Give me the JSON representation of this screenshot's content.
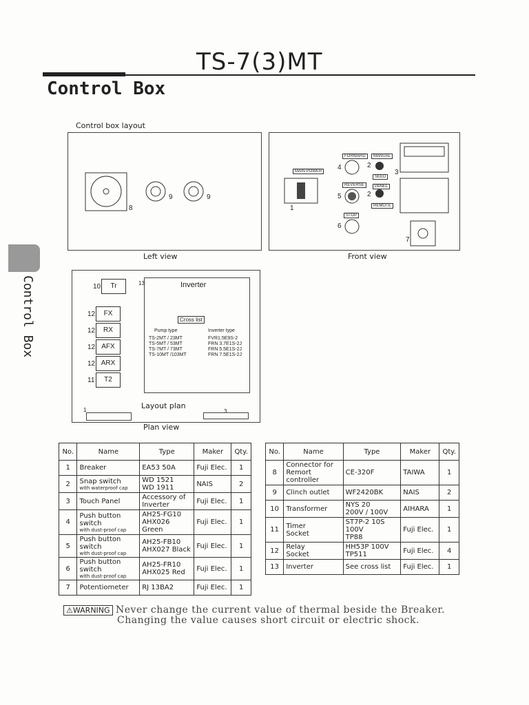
{
  "header": {
    "model": "TS-7(3)MT",
    "section_title": "Control Box",
    "side_tab": "Control Box"
  },
  "layout_caption": "Control box layout",
  "left_view": {
    "caption": "Left view",
    "labels": [
      "8",
      "9",
      "9"
    ]
  },
  "front_view": {
    "caption": "Front view",
    "main_power": "MAIN POWER",
    "forward": "FORWARD",
    "reverse": "REVERSE",
    "stop": "STOP",
    "manual": "MANUAL",
    "seed": "SEED",
    "panel": "PANEL",
    "remote": "REMOTE",
    "nums": [
      "4",
      "2",
      "3",
      "5",
      "2",
      "6",
      "1",
      "7"
    ]
  },
  "plan_view": {
    "caption": "Plan view",
    "layout_plan": "Layout plan",
    "inverter": "Inverter",
    "cross_list": "Cross list",
    "pump_type_header": "Pump type",
    "inverter_type_header": "Inverter type",
    "pump_types": [
      "TS-2MT / 23MT",
      "TS-5MT / 53MT",
      "TS-7MT / 73MT",
      "TS-10MT /103MT"
    ],
    "inverter_types": [
      "FVR1.5E9S-2",
      "FRN 3.7E1S-2J",
      "FRN 5.5E1S-2J",
      "FRN 7.5E1S-2J"
    ],
    "relays": [
      "Tr",
      "FX",
      "RX",
      "AFX",
      "ARX",
      "T2"
    ],
    "relay_nums": [
      "10",
      "12",
      "12",
      "12",
      "12",
      "11"
    ],
    "num_13": "13",
    "num_1": "1",
    "num_3": "3"
  },
  "table_left": {
    "headers": [
      "No.",
      "Name",
      "Type",
      "Maker",
      "Qty."
    ],
    "rows": [
      {
        "no": "1",
        "name": "Breaker",
        "name_sub": "",
        "type": "EA53 50A",
        "maker": "Fuji Elec.",
        "qty": "1"
      },
      {
        "no": "2",
        "name": "Snap switch",
        "name_sub": "with waterproof cap",
        "type": "WD 1521\nWD 1911",
        "maker": "NAIS",
        "qty": "2"
      },
      {
        "no": "3",
        "name": "Touch Panel",
        "name_sub": "",
        "type": "Accessory of Inverter",
        "maker": "Fuji Elec.",
        "qty": "1"
      },
      {
        "no": "4",
        "name": "Push button switch",
        "name_sub": "with dust-proof cap",
        "type": "AH25-FG10\nAHX026 Green",
        "maker": "Fuji Elec.",
        "qty": "1"
      },
      {
        "no": "5",
        "name": "Push button switch",
        "name_sub": "with dust-proof cap",
        "type": "AH25-FB10\nAHX027 Black",
        "maker": "Fuji Elec.",
        "qty": "1"
      },
      {
        "no": "6",
        "name": "Push button switch",
        "name_sub": "with dust-proof cap",
        "type": "AH25-FR10\nAHX025 Red",
        "maker": "Fuji Elec.",
        "qty": "1"
      },
      {
        "no": "7",
        "name": "Potentiometer",
        "name_sub": "",
        "type": "RJ 13BA2",
        "maker": "Fuji Elec.",
        "qty": "1"
      }
    ]
  },
  "table_right": {
    "headers": [
      "No.",
      "Name",
      "Type",
      "Maker",
      "Qty."
    ],
    "rows": [
      {
        "no": "8",
        "name": "Connector for Remort controller",
        "type": "CE-320F",
        "maker": "TAIWA",
        "qty": "1"
      },
      {
        "no": "9",
        "name": "Clinch outlet",
        "type": "WF2420BK",
        "maker": "NAIS",
        "qty": "2"
      },
      {
        "no": "10",
        "name": "Transformer",
        "type": "NYS 20\n200V / 100V",
        "maker": "AIHARA",
        "qty": "1"
      },
      {
        "no": "11",
        "name": "Timer\nSocket",
        "type": "ST7P-2 10S 100V\nTP88",
        "maker": "Fuji Elec.",
        "qty": "1"
      },
      {
        "no": "12",
        "name": "Relay\nSocket",
        "type": "HH53P 100V\nTP511",
        "maker": "Fuji Elec.",
        "qty": "4"
      },
      {
        "no": "13",
        "name": "Inverter",
        "type": "See cross list",
        "maker": "Fuji Elec.",
        "qty": "1"
      }
    ]
  },
  "warning": {
    "badge": "WARNING",
    "line1": "Never change the current value of thermal beside the Breaker.",
    "line2": "Changing the value causes short circuit or electric shock."
  }
}
